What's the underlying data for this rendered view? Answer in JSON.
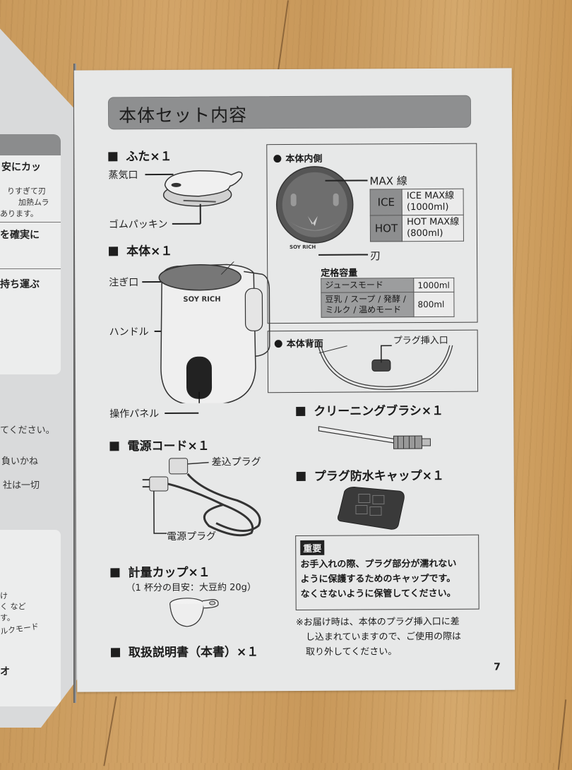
{
  "left_page": {
    "fragments": [
      "安にカッ",
      "りすぎて刃",
      "加熱ムラ",
      "あります。",
      "を確実に",
      "持ち運ぶ",
      "てください。",
      "負いかね",
      "社は一切",
      "け",
      "く など",
      "す。",
      "ルクモード",
      "オ"
    ]
  },
  "page": {
    "title": "本体セット内容",
    "page_number": "7",
    "sections": {
      "lid": {
        "heading": "ふた×１",
        "labels": {
          "steam_vent": "蒸気口",
          "gasket": "ゴムパッキン"
        }
      },
      "body": {
        "heading": "本体×１",
        "labels": {
          "spout": "注ぎ口",
          "handle": "ハンドル",
          "panel": "操作パネル",
          "brand": "SOY RICH"
        }
      },
      "inside": {
        "heading": "本体内側",
        "max_line": "MAX 線",
        "blade": "刃",
        "brand": "SOY RICH",
        "max_table": [
          {
            "mode": "ICE",
            "line1": "ICE MAX線",
            "line2": "(1000ml)"
          },
          {
            "mode": "HOT",
            "line1": "HOT MAX線",
            "line2": "(800ml)"
          }
        ]
      },
      "capacity": {
        "heading": "定格容量",
        "rows": [
          {
            "mode": "ジュースモード",
            "value": "1000ml"
          },
          {
            "mode_line1": "豆乳 / スープ / 発酵 /",
            "mode_line2": "ミルク / 温めモード",
            "value": "800ml"
          }
        ]
      },
      "back": {
        "heading": "本体背面",
        "plug_inlet": "プラグ挿入口"
      },
      "cord": {
        "heading": "電源コード×１",
        "labels": {
          "connector": "差込プラグ",
          "plug": "電源プラグ"
        }
      },
      "brush": {
        "heading": "クリーニングブラシ×１"
      },
      "cap": {
        "heading": "プラグ防水キャップ×１"
      },
      "important": {
        "badge": "重要",
        "line1": "お手入れの際、プラグ部分が濡れない",
        "line2": "ように保護するためのキャップです。",
        "line3": "なくさないように保管してください。"
      },
      "note": {
        "line1": "※お届け時は、本体のプラグ挿入口に差",
        "line2": "し込まれていますので、ご使用の際は",
        "line3": "取り外してください。"
      },
      "cup": {
        "heading": "計量カップ×１",
        "sub": "（1 杯分の目安：大豆約 20g）"
      },
      "manual": {
        "heading": "取扱説明書（本書）×１"
      }
    }
  }
}
